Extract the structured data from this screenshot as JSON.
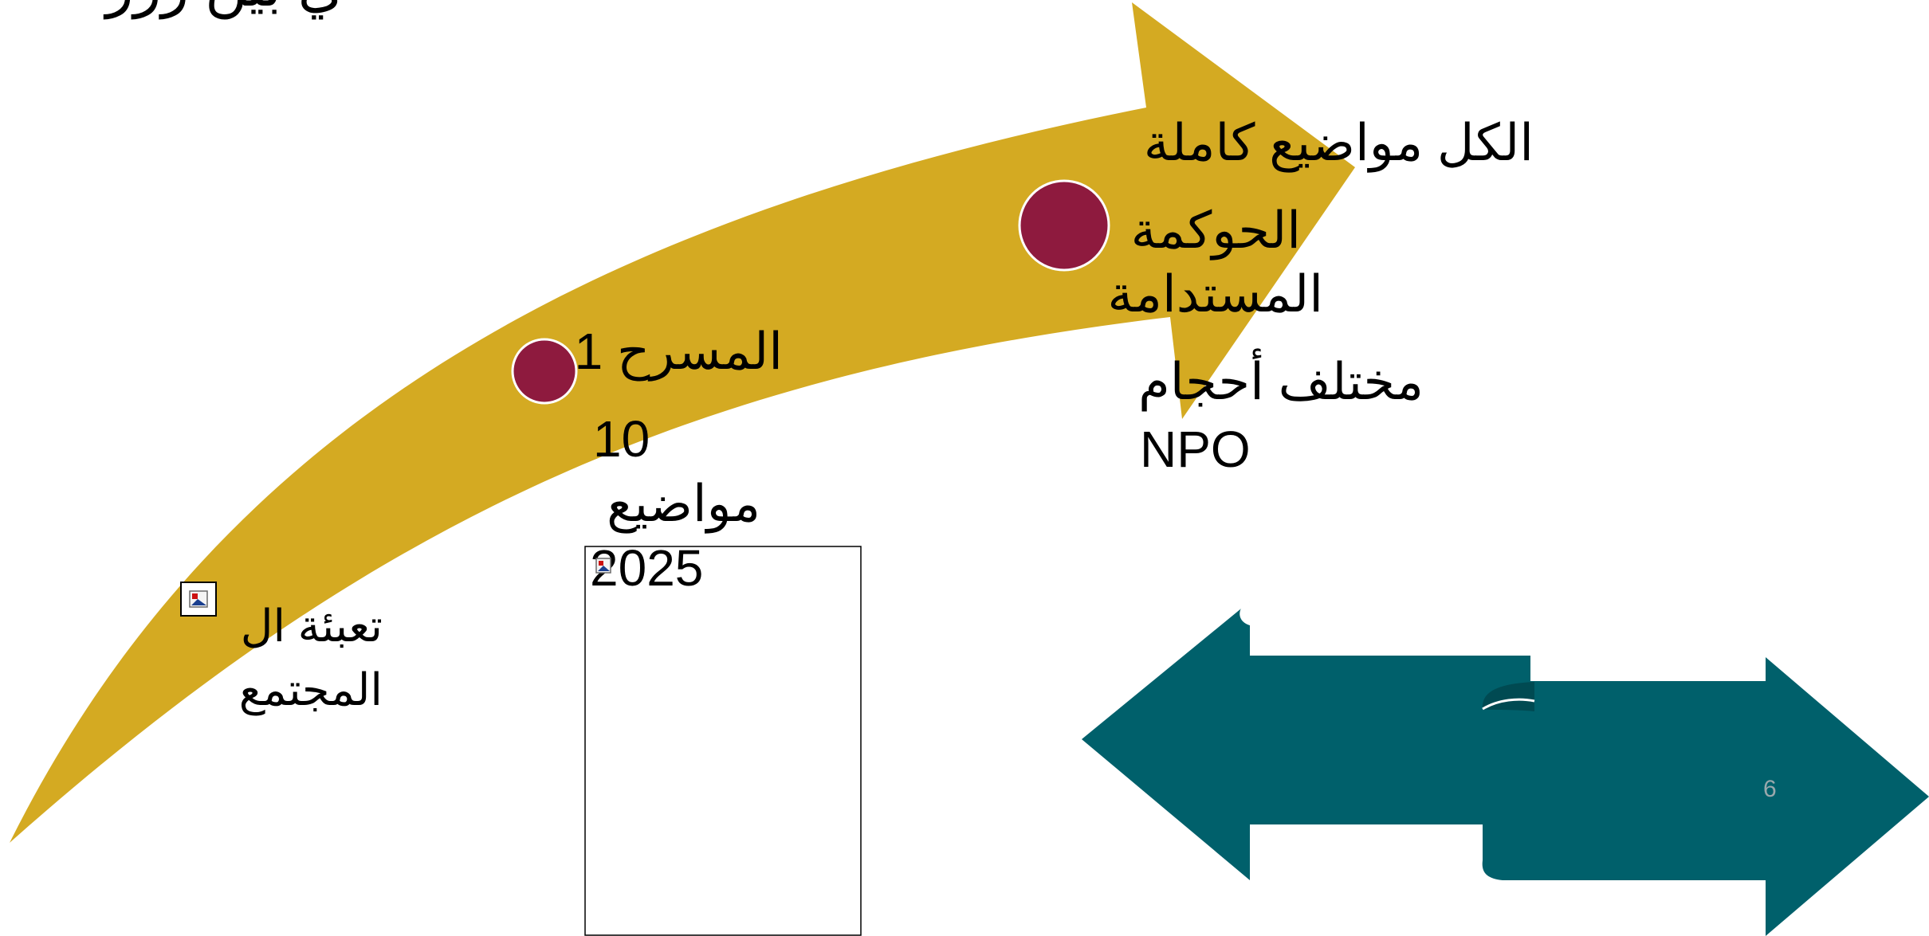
{
  "title_fragment": "ي  بين    ررر",
  "stages": [
    {
      "lines": [
        "تعبئة ال",
        "المجتمع"
      ]
    },
    {
      "lines": [
        "المسرح 1",
        "10",
        "مواضيع",
        "2025"
      ]
    },
    {
      "lines": [
        "الكل مواضيع كاملة",
        "الحوكمة",
        "المستدامة"
      ]
    },
    {
      "lines": [
        "مختلف أحجام",
        "NPO"
      ]
    }
  ],
  "page_number": "6",
  "colors": {
    "arrow_gold": "#D4AA22",
    "milestone_maroon": "#8E1A3E",
    "milestone_outline": "#ffffff",
    "scroll_teal": "#00606B",
    "scroll_teal_dark": "#004A52",
    "frame_border": "#000000",
    "page_number": "#9AA8AC"
  },
  "icons": [
    "broken-image-icon",
    "broken-image-icon"
  ]
}
